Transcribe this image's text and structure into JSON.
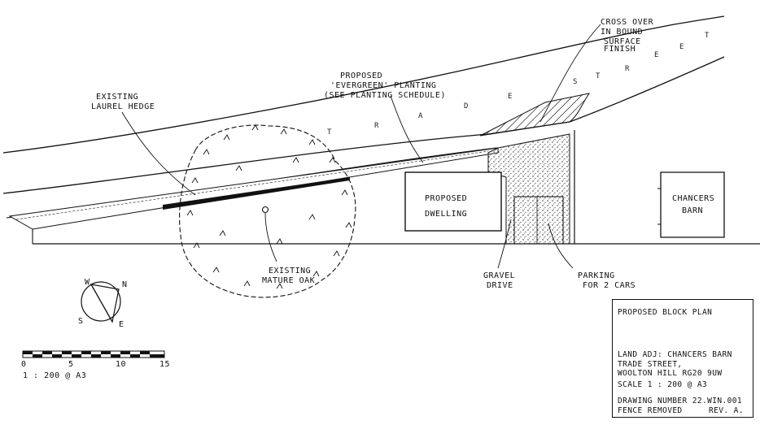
{
  "annotations": {
    "existing_laurel_hedge": [
      "EXISTING",
      "LAUREL HEDGE"
    ],
    "proposed_planting": [
      "PROPOSED",
      "'EVERGREEN' PLANTING",
      "(SEE PLANTING SCHEDULE)"
    ],
    "crossover": [
      "CROSS OVER",
      "IN BOUND",
      "SURFACE",
      "FINISH"
    ],
    "existing_oak": [
      "EXISTING",
      "MATURE OAK"
    ],
    "gravel_drive": [
      "GRAVEL",
      "DRIVE"
    ],
    "parking": [
      "PARKING",
      "FOR 2 CARS"
    ]
  },
  "buildings": {
    "proposed_dwelling": [
      "PROPOSED",
      "DWELLING"
    ],
    "chancers_barn": [
      "CHANCERS",
      "BARN"
    ]
  },
  "road_letters": [
    "T",
    "R",
    "A",
    "D",
    "E",
    "S",
    "T",
    "R",
    "E",
    "E",
    "T"
  ],
  "north_arrow": {
    "n": "N",
    "w": "W",
    "s": "S",
    "e": "E"
  },
  "scale_bar": {
    "ticks": [
      "0",
      "5",
      "10",
      "15"
    ],
    "label": "1 : 200 @ A3"
  },
  "title_block": {
    "title": "PROPOSED BLOCK PLAN",
    "address_1": "LAND ADJ: CHANCERS BARN",
    "address_2": "TRADE STREET,",
    "address_3": "WOOLTON HILL RG20 9UW",
    "scale": "SCALE 1 : 200 @ A3",
    "drawing_number": "DRAWING NUMBER 22.WIN.001",
    "revision_note": "FENCE REMOVED",
    "revision": "REV. A."
  }
}
